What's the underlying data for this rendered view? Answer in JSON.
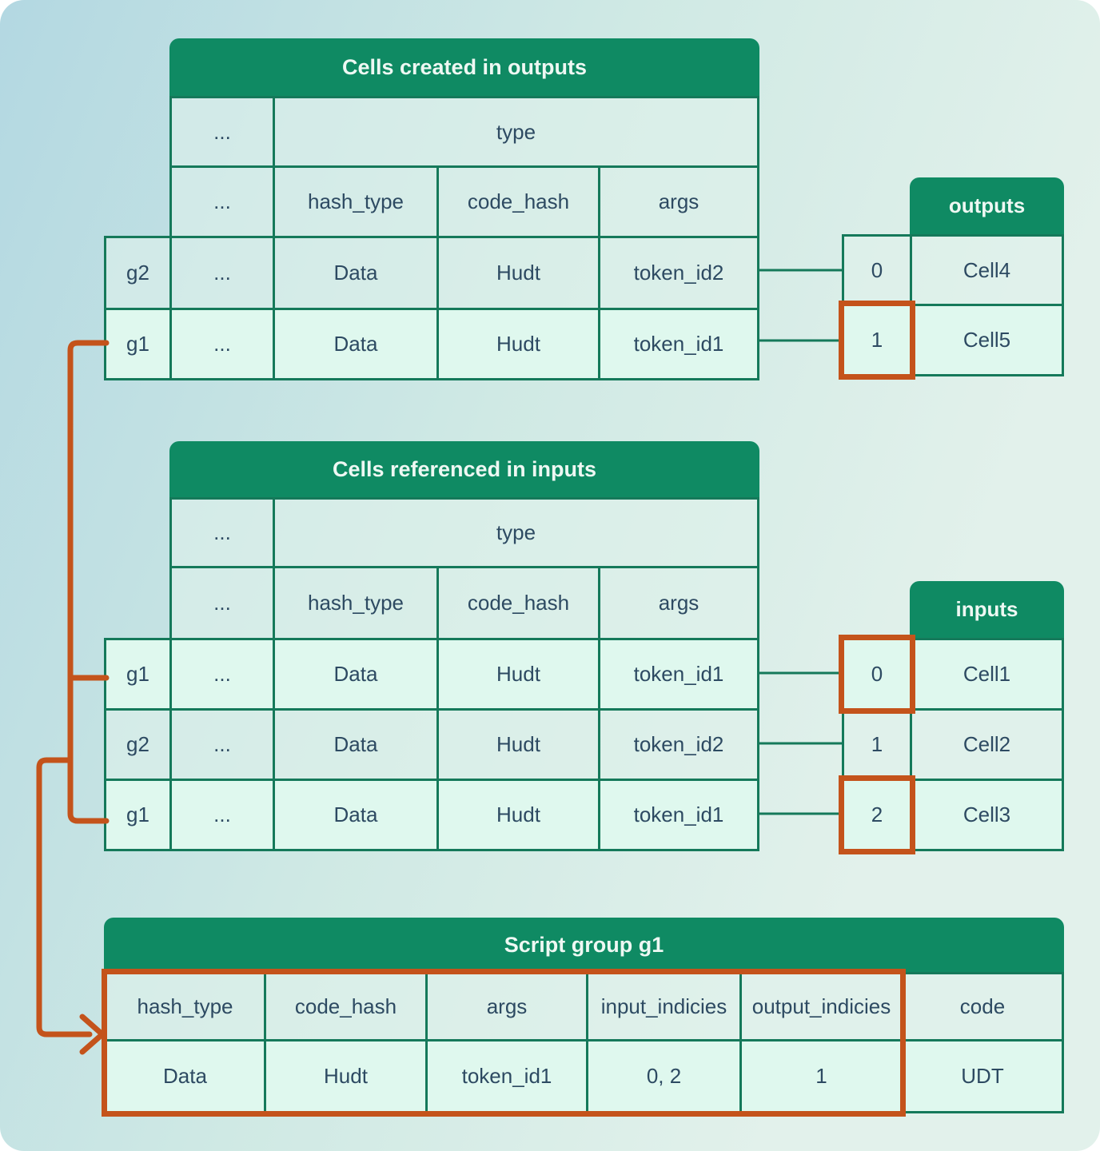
{
  "colors": {
    "header_green": "#0f8a63",
    "border_green": "#15795a",
    "row_mint": "#dff8ee",
    "orange": "#c4531b",
    "text_dark": "#2d4a62",
    "text_light": "#eef8f3",
    "bg_start": "#b3d8e2",
    "bg_mid": "#cfe9e4",
    "bg_end": "#e2f1eb"
  },
  "top_table": {
    "title": "Cells created in outputs",
    "row_type": {
      "dots": "...",
      "label": "type"
    },
    "row_sub": {
      "dots": "...",
      "hash_type": "hash_type",
      "code_hash": "code_hash",
      "args": "args"
    },
    "rows": [
      {
        "group": "g2",
        "dots": "...",
        "hash_type": "Data",
        "code_hash": "Hudt",
        "args": "token_id2",
        "highlight": false
      },
      {
        "group": "g1",
        "dots": "...",
        "hash_type": "Data",
        "code_hash": "Hudt",
        "args": "token_id1",
        "highlight": true
      }
    ]
  },
  "outputs_table": {
    "title": "outputs",
    "rows": [
      {
        "index": "0",
        "cell": "Cell4",
        "highlight": false
      },
      {
        "index": "1",
        "cell": "Cell5",
        "highlight": true
      }
    ]
  },
  "middle_table": {
    "title": "Cells referenced in inputs",
    "row_type": {
      "dots": "...",
      "label": "type"
    },
    "row_sub": {
      "dots": "...",
      "hash_type": "hash_type",
      "code_hash": "code_hash",
      "args": "args"
    },
    "rows": [
      {
        "group": "g1",
        "dots": "...",
        "hash_type": "Data",
        "code_hash": "Hudt",
        "args": "token_id1",
        "highlight": true
      },
      {
        "group": "g2",
        "dots": "...",
        "hash_type": "Data",
        "code_hash": "Hudt",
        "args": "token_id2",
        "highlight": false
      },
      {
        "group": "g1",
        "dots": "...",
        "hash_type": "Data",
        "code_hash": "Hudt",
        "args": "token_id1",
        "highlight": true
      }
    ]
  },
  "inputs_table": {
    "title": "inputs",
    "rows": [
      {
        "index": "0",
        "cell": "Cell1",
        "highlight": true
      },
      {
        "index": "1",
        "cell": "Cell2",
        "highlight": false
      },
      {
        "index": "2",
        "cell": "Cell3",
        "highlight": true
      }
    ]
  },
  "script_table": {
    "title": "Script group g1",
    "headers": [
      "hash_type",
      "code_hash",
      "args",
      "input_indicies",
      "output_indicies",
      "code"
    ],
    "values": [
      "Data",
      "Hudt",
      "token_id1",
      "0, 2",
      "1",
      "UDT"
    ]
  }
}
